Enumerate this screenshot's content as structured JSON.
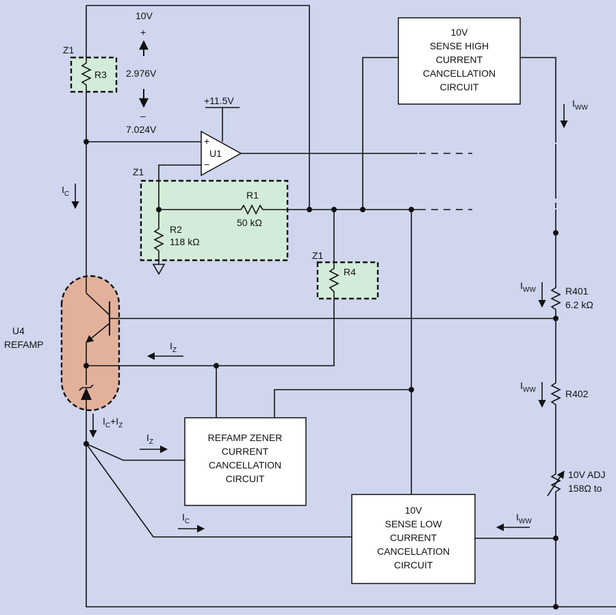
{
  "colors": {
    "background": "#cfd6ee",
    "resistor_network_fill": "#d3ecd9",
    "refamp_fill": "#e2b19c"
  },
  "voltages": {
    "top": "10V",
    "plus": "+",
    "minus": "–",
    "drop": "2.976V",
    "node": "7.024V",
    "supply": "+11.5V"
  },
  "network_label": "Z1",
  "components": {
    "r3": "R3",
    "r4": "R4",
    "r1_name": "R1",
    "r1_value": "50 kΩ",
    "r2_name": "R2",
    "r2_value": "118 kΩ",
    "r401_name": "R401",
    "r401_value": "6.2 kΩ",
    "r402_name": "R402",
    "adj_name": "10V ADJ",
    "adj_value": "158Ω to",
    "opamp": "U1",
    "refamp_name": "U4",
    "refamp_desc": "REFAMP"
  },
  "blocks": {
    "high_current": [
      "10V",
      "SENSE HIGH",
      "CURRENT",
      "CANCELLATION",
      "CIRCUIT"
    ],
    "zener_current": [
      "REFAMP ZENER",
      "CURRENT",
      "CANCELLATION",
      "CIRCUIT"
    ],
    "low_current": [
      "10V",
      "SENSE LOW",
      "CURRENT",
      "CANCELLATION",
      "CIRCUIT"
    ]
  },
  "currents": {
    "i": "I",
    "c": "C",
    "z": "Z",
    "ww": "WW",
    "plus": "+I"
  }
}
